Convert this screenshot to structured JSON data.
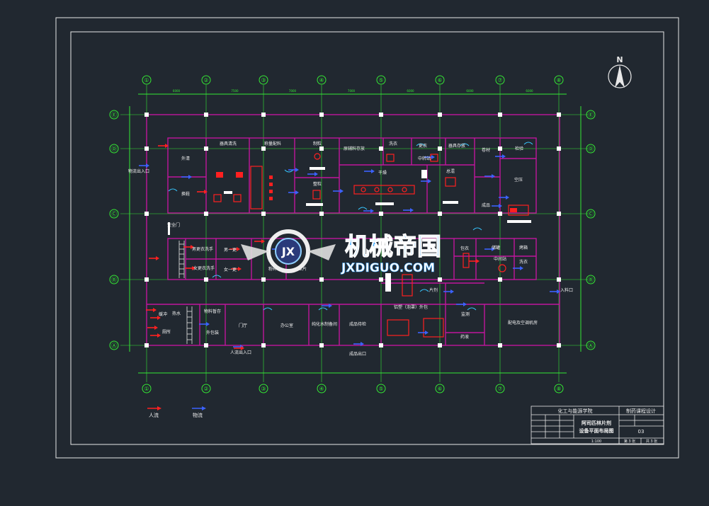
{
  "colors": {
    "background": "#212830",
    "frame": "#e8e8e8",
    "grid_axis": "#34e834",
    "wall": "#c0169c",
    "equipment": "#ff2020",
    "flow_people": "#ff2020",
    "flow_material": "#3b62ff",
    "door": "#37c6ff",
    "label": "#f0f0f0",
    "watermark": "#35b7ff"
  },
  "grid": {
    "columns": [
      "①",
      "②",
      "③",
      "④",
      "⑤",
      "⑥",
      "⑦",
      "⑧"
    ],
    "rows": [
      "Ⓔ",
      "Ⓓ",
      "Ⓒ",
      "Ⓑ",
      "Ⓐ"
    ],
    "spacings": [
      "6000",
      "7500",
      "7000",
      "7000",
      "6000",
      "6000",
      "6000"
    ]
  },
  "north": "N",
  "rooms": {
    "waiqing": "外清",
    "huanxie": "换鞋",
    "zhuanyong": "器具清洗",
    "fenpei": "称量配料",
    "zhiliu": "制粒",
    "ganzao": "干燥",
    "zhengli": "整粒",
    "shengchan_zhongjian": "中间站",
    "zongjian": "总混",
    "xiyi": "洗衣",
    "gengyi": "更衣",
    "zhongjian2": "中转站",
    "jianyan": "检验",
    "kongzhi": "空压",
    "jiyang": "储罐",
    "yanzhi": "压片",
    "baoyi": "包衣",
    "chengpin": "成品",
    "qiyi": "器具存放",
    "kaoyan": "烤箱",
    "suizhi": "粉碎",
    "gengyi1": "男一更",
    "gengyi2": "女一更",
    "gengyi_m": "男更衣洗手",
    "gengyi_f": "女更衣洗手",
    "buffer": "缓冲",
    "anquan": "安全门",
    "door_in": "入料口",
    "waibao": "外包装",
    "wuliao": "物料暂存",
    "menting": "门厅",
    "bangong": "办公室",
    "chunhua": "纯化水制备间",
    "chengpin_jh": "成品待检",
    "lingyi": "铝塑（泡罩）外包",
    "jiance": "监测",
    "peidian": "配电及空调机房",
    "wuliu_in": "物流出入口",
    "renliu_in": "人流出入口",
    "chengpin_out": "成品出口",
    "material_store": "原辅料存放",
    "juanwei": "卷材",
    "zhongjian_zc": "中间站",
    "yao": "药液",
    "tablets": "片剂",
    "dressing": "洗衣",
    "toilet": "厕所",
    "re": "热水"
  },
  "watermark": {
    "main": "机械帝国",
    "sub": "JXDIGUO.COM"
  },
  "legend": {
    "people": "人流",
    "material": "物流"
  },
  "title_block": {
    "institute": "化工与能源学院",
    "course": "制药课程设计",
    "title_line1": "阿司匹林片剂",
    "title_line2": "设备平面布局图",
    "drawing_no": "03",
    "scale": "1:100",
    "sheet": "第 3 张",
    "total": "共 3 张"
  }
}
